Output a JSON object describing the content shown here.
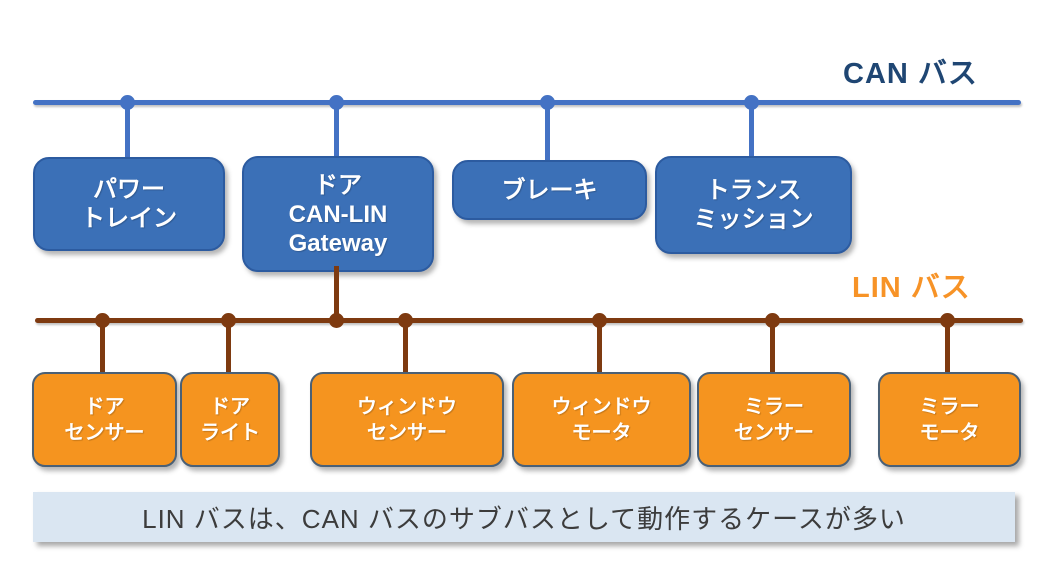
{
  "diagram": {
    "can_bus": {
      "label": "CAN バス",
      "nodes": [
        {
          "lines": [
            "パワー",
            "トレイン"
          ]
        },
        {
          "lines": [
            "ドア",
            "CAN-LIN",
            "Gateway"
          ]
        },
        {
          "lines": [
            "ブレーキ"
          ]
        },
        {
          "lines": [
            "トランス",
            "ミッション"
          ]
        }
      ]
    },
    "lin_bus": {
      "label": "LIN バス",
      "nodes": [
        {
          "lines": [
            "ドア",
            "センサー"
          ]
        },
        {
          "lines": [
            "ドア",
            "ライト"
          ]
        },
        {
          "lines": [
            "ウィンドウ",
            "センサー"
          ]
        },
        {
          "lines": [
            "ウィンドウ",
            "モータ"
          ]
        },
        {
          "lines": [
            "ミラー",
            "センサー"
          ]
        },
        {
          "lines": [
            "ミラー",
            "モータ"
          ]
        }
      ]
    },
    "caption": "LIN バスは、CAN バスのサブバスとして動作するケースが多い",
    "colors": {
      "can_line": "#4472C4",
      "can_label": "#1F4673",
      "can_box_fill": "#3B70B7",
      "can_box_border": "#2C5BA0",
      "lin_line": "#7E3A10",
      "lin_label": "#F79327",
      "lin_box_fill": "#F5941F",
      "lin_box_border": "#4A6076",
      "node_text": "#FFFFFF",
      "caption_bg": "#DAE6F2",
      "caption_text": "#3C3C3C"
    }
  }
}
